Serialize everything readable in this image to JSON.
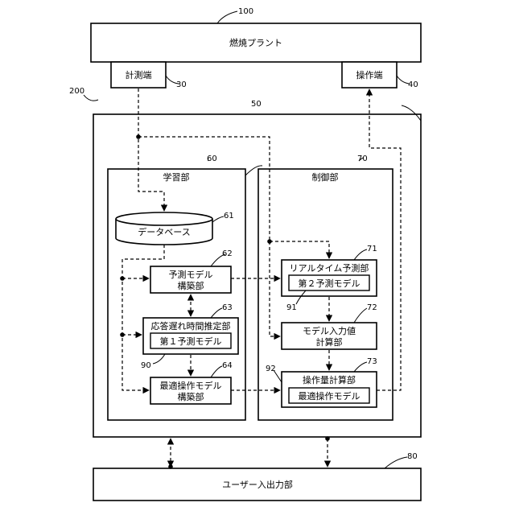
{
  "nodes": {
    "plant": "燃焼プラント",
    "measure": "計測端",
    "operate": "操作端",
    "learning": "学習部",
    "control": "制御部",
    "database": "データベース",
    "pred_build_1": "予測モデル",
    "pred_build_2": "構築部",
    "delay_est": "応答遅れ時間推定部",
    "first_model": "第１予測モデル",
    "opt_build_1": "最適操作モデル",
    "opt_build_2": "構築部",
    "realtime": "リアルタイム予測部",
    "second_model": "第２予測モデル",
    "model_input_1": "モデル入力値",
    "model_input_2": "計算部",
    "op_calc": "操作量計算部",
    "opt_model": "最適操作モデル",
    "user_io": "ユーザー入出力部"
  },
  "refs": {
    "r100": "100",
    "r200": "200",
    "r30": "30",
    "r40": "40",
    "r50": "50",
    "r60": "60",
    "r70": "70",
    "r61": "61",
    "r62": "62",
    "r63": "63",
    "r64": "64",
    "r71": "71",
    "r72": "72",
    "r73": "73",
    "r80": "80",
    "r90": "90",
    "r91": "91",
    "r92": "92"
  }
}
